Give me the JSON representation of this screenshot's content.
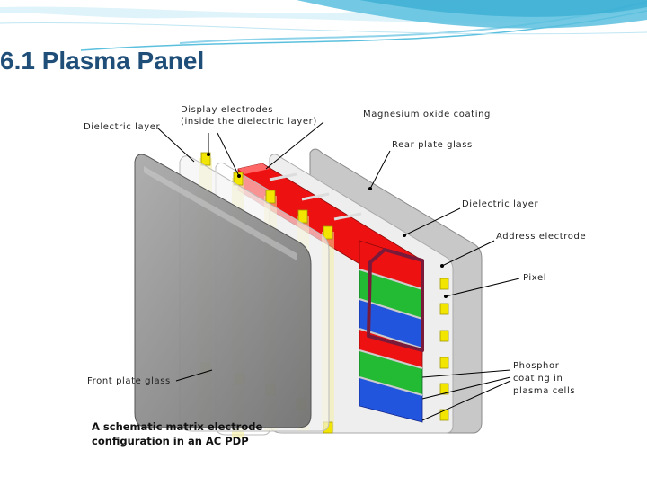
{
  "slide": {
    "title": "6.1 Plasma Panel"
  },
  "diagram": {
    "labels": {
      "dielectric_layer_front": "Dielectric layer",
      "display_electrodes_line1": "Display electrodes",
      "display_electrodes_line2": "(inside the dielectric layer)",
      "magnesium_oxide": "Magnesium oxide coating",
      "rear_plate_glass": "Rear plate glass",
      "dielectric_layer_rear": "Dielectric layer",
      "address_electrode": "Address electrode",
      "pixel": "Pixel",
      "phosphor_line1": "Phosphor",
      "phosphor_line2": "coating in",
      "phosphor_line3": "plasma cells",
      "front_plate_glass": "Front plate glass"
    },
    "caption_line1": "A schematic matrix electrode",
    "caption_line2": "configuration in an AC PDP"
  },
  "colors": {
    "title": "#1f4e79",
    "header_wave": "#5bc0de",
    "phosphor_red": "#ee1111",
    "phosphor_green": "#22bb33",
    "phosphor_blue": "#2255dd",
    "electrode_yellow": "#f2e600",
    "pixel_outline": "#7a1a3a",
    "front_glass": "#8a8a8a",
    "rear_glass": "#c8c8c8"
  }
}
